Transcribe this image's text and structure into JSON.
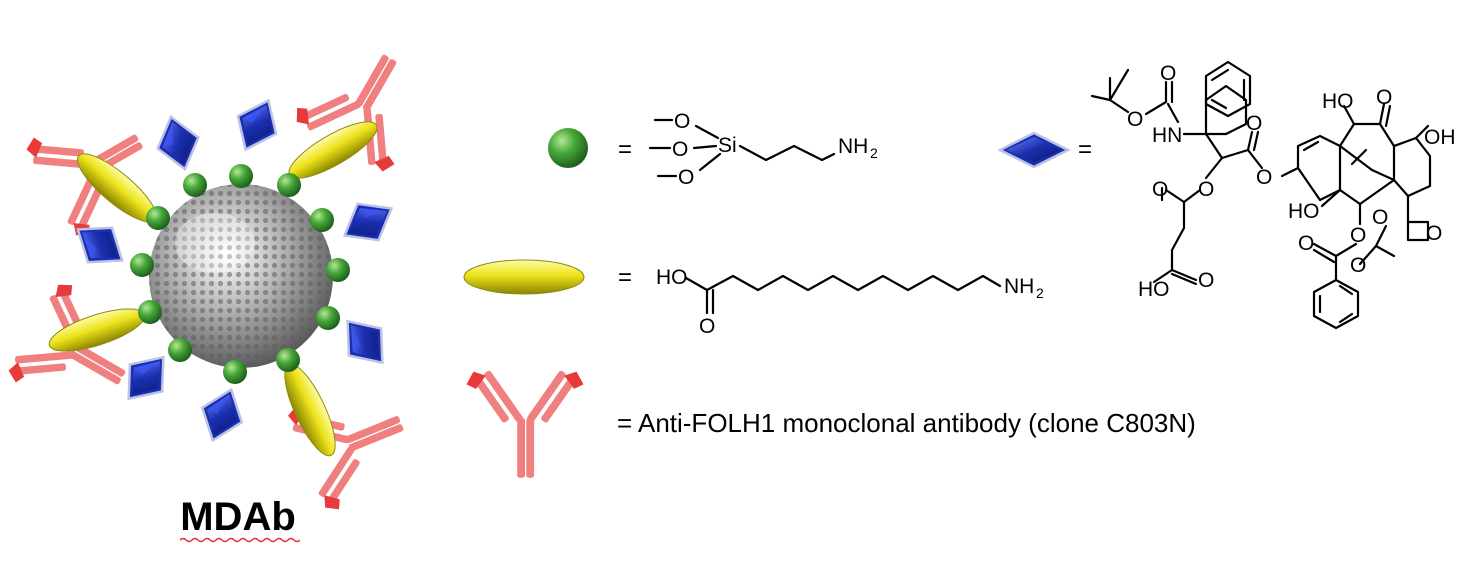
{
  "figure": {
    "title": "MDAb",
    "equals": "=",
    "legend": {
      "aptes": {
        "atoms": {
          "o": "O",
          "si": "Si",
          "nh": "NH",
          "sub2": "2"
        }
      },
      "linker": {
        "atoms": {
          "ho": "HO",
          "o": "O",
          "nh": "NH",
          "sub2": "2"
        }
      },
      "antibody": {
        "text": "= Anti-FOLH1 monoclonal antibody (clone C803N)"
      },
      "drug": {
        "atoms": {
          "ho": "HO",
          "oh": "OH",
          "o": "O",
          "hn": "HN"
        }
      }
    },
    "colors": {
      "silica_core": "#9a9a9a",
      "amine_sphere": "#2f8a2f",
      "linker_ellipse": "#e8e020",
      "drug_diamond": "#1a2fb0",
      "antibody": "#f08080",
      "antibody_tips": "#e83a3a",
      "spellcheck_underline": "#e03030"
    },
    "icons": [
      "silica-nanoparticle-icon",
      "amine-sphere-icon",
      "linker-ellipse-icon",
      "drug-diamond-icon",
      "antibody-icon"
    ]
  }
}
